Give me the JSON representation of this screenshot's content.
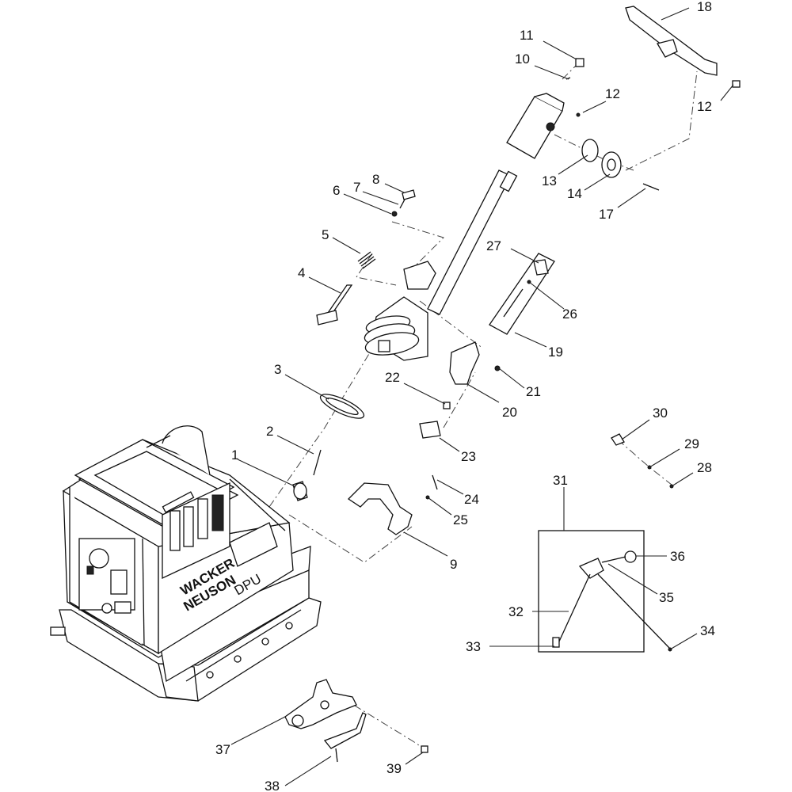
{
  "callouts": [
    {
      "id": "c1",
      "label": "1"
    },
    {
      "id": "c2",
      "label": "2"
    },
    {
      "id": "c3",
      "label": "3"
    },
    {
      "id": "c4",
      "label": "4"
    },
    {
      "id": "c5",
      "label": "5"
    },
    {
      "id": "c6",
      "label": "6"
    },
    {
      "id": "c7",
      "label": "7"
    },
    {
      "id": "c8",
      "label": "8"
    },
    {
      "id": "c9",
      "label": "9"
    },
    {
      "id": "c10",
      "label": "10"
    },
    {
      "id": "c11",
      "label": "11"
    },
    {
      "id": "c12a",
      "label": "12"
    },
    {
      "id": "c12b",
      "label": "12"
    },
    {
      "id": "c13",
      "label": "13"
    },
    {
      "id": "c14",
      "label": "14"
    },
    {
      "id": "c17",
      "label": "17"
    },
    {
      "id": "c18",
      "label": "18"
    },
    {
      "id": "c19",
      "label": "19"
    },
    {
      "id": "c20",
      "label": "20"
    },
    {
      "id": "c21",
      "label": "21"
    },
    {
      "id": "c22",
      "label": "22"
    },
    {
      "id": "c23",
      "label": "23"
    },
    {
      "id": "c24",
      "label": "24"
    },
    {
      "id": "c25",
      "label": "25"
    },
    {
      "id": "c26",
      "label": "26"
    },
    {
      "id": "c27",
      "label": "27"
    },
    {
      "id": "c28",
      "label": "28"
    },
    {
      "id": "c29",
      "label": "29"
    },
    {
      "id": "c30",
      "label": "30"
    },
    {
      "id": "c31",
      "label": "31"
    },
    {
      "id": "c32",
      "label": "32"
    },
    {
      "id": "c33",
      "label": "33"
    },
    {
      "id": "c34",
      "label": "34"
    },
    {
      "id": "c35",
      "label": "35"
    },
    {
      "id": "c36",
      "label": "36"
    },
    {
      "id": "c37",
      "label": "37"
    },
    {
      "id": "c38",
      "label": "38"
    },
    {
      "id": "c39",
      "label": "39"
    }
  ],
  "machine": {
    "brand_line1": "WACKER",
    "brand_line2": "NEUSON",
    "model": "DPU"
  }
}
